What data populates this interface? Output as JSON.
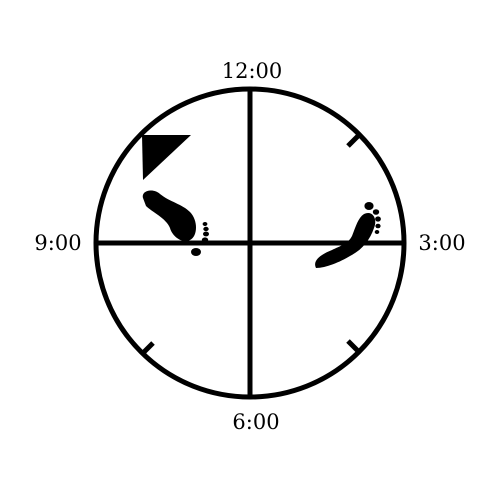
{
  "labels": {
    "top": "12:00",
    "right": "3:00",
    "bottom": "6:00",
    "left": "9:00"
  },
  "icons": {
    "flag": "flag-icon",
    "footprint_left": "footprint-icon",
    "footprint_right": "footprint-icon"
  },
  "colors": {
    "stroke": "#000000",
    "background": "#ffffff"
  }
}
